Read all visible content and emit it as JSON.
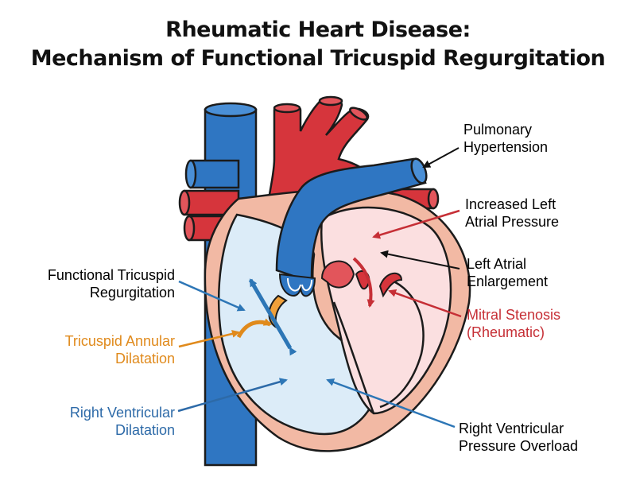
{
  "title": {
    "line1": "Rheumatic Heart Disease:",
    "line2": "Mechanism of Functional Tricuspid Regurgitation"
  },
  "labels": {
    "pulmonary_hypertension": {
      "line1": "Pulmonary",
      "line2": "Hypertension",
      "color": "#111111"
    },
    "increased_la_pressure": {
      "line1": "Increased Left",
      "line2": "Atrial Pressure",
      "color": "#111111",
      "arrow_color": "#c62f36"
    },
    "la_enlargement": {
      "line1": "Left Atrial",
      "line2": "Enlargement",
      "color": "#111111"
    },
    "mitral_stenosis": {
      "line1": "Mitral Stenosis",
      "line2": "(Rheumatic)",
      "color": "#c62f36"
    },
    "functional_tr": {
      "line1": "Functional Tricuspid",
      "line2": "Regurgitation",
      "color": "#111111",
      "arrow_color": "#2d76b6"
    },
    "tricuspid_annular": {
      "line1": "Tricuspid Annular",
      "line2": "Dilatation",
      "color": "#e08a1c"
    },
    "rv_dilatation": {
      "line1": "Right Ventricular",
      "line2": "Dilatation",
      "color": "#2d6aa8"
    },
    "rv_pressure_overload": {
      "line1": "Right Ventricular",
      "line2": "Pressure Overload",
      "color": "#111111",
      "arrow_color": "#2d76b6"
    }
  },
  "colors": {
    "vein_blue": "#2f76c2",
    "artery_red": "#d6353c",
    "muscle": "#f2b9a4",
    "right_chamber": "#dcecf8",
    "left_chamber": "#fbdfe0",
    "outline": "#1b1b1b"
  }
}
